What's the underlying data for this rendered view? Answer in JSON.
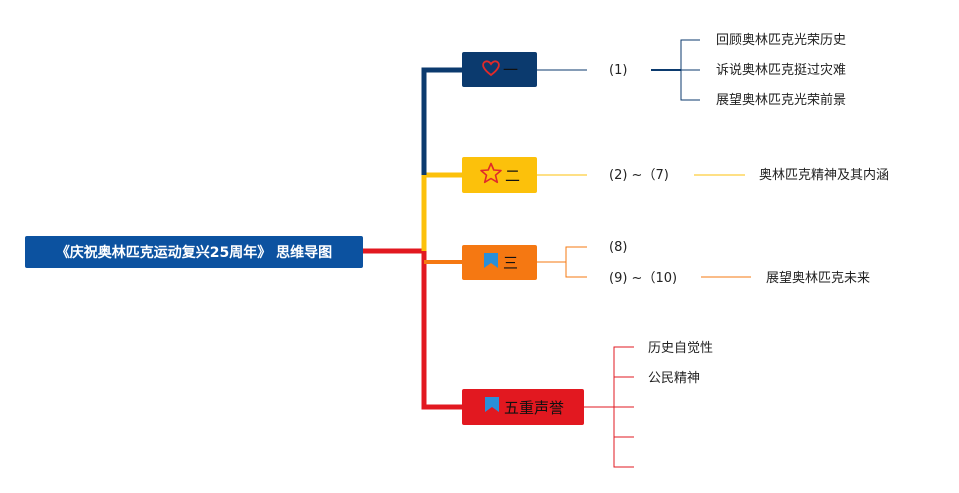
{
  "root": {
    "title": "《庆祝奥林匹克运动复兴25周年》 思维导图"
  },
  "branches": [
    {
      "label": "一",
      "icon": "heart-icon",
      "color": "#0b3a6e",
      "children": [
        {
          "label": "(1)",
          "children": [
            "回顾奥林匹克光荣历史",
            "诉说奥林匹克挺过灾难",
            "展望奥林匹克光荣前景"
          ]
        }
      ]
    },
    {
      "label": "二",
      "icon": "star-icon",
      "color": "#fcc10b",
      "children": [
        {
          "label": "(2) ~（7)",
          "children": [
            "奥林匹克精神及其内涵"
          ]
        }
      ]
    },
    {
      "label": "三",
      "icon": "flag-icon",
      "color": "#f57812",
      "children": [
        {
          "label": "(8)",
          "children": []
        },
        {
          "label": "(9) ~（10)",
          "children": [
            "展望奥林匹克未来"
          ]
        }
      ]
    },
    {
      "label": "五重声誉",
      "icon": "flag-icon",
      "color": "#e21820",
      "children": [
        {
          "label": "历史自觉性"
        },
        {
          "label": "公民精神"
        },
        {
          "label": ""
        },
        {
          "label": ""
        },
        {
          "label": ""
        }
      ]
    }
  ],
  "colors": {
    "root": "#0c52a0",
    "heart": "#e02a2a",
    "flag": "#2a8fd8"
  }
}
